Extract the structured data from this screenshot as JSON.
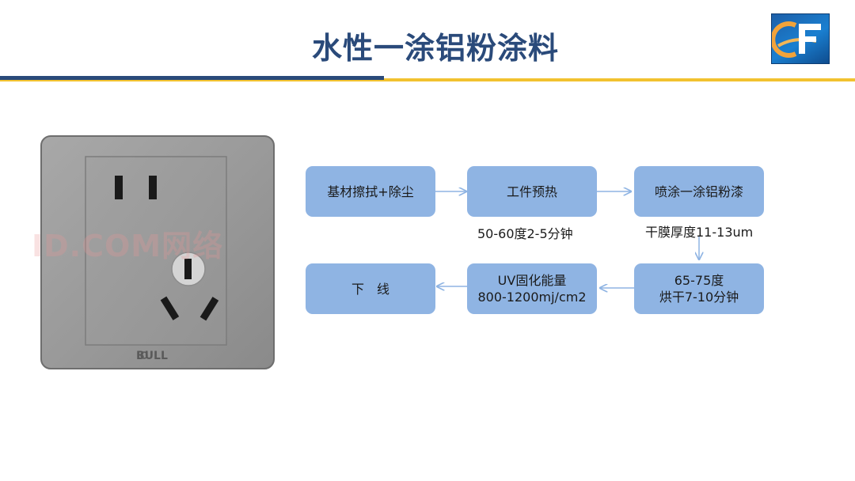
{
  "slide": {
    "title": "水性一涂铝粉涂料",
    "watermark": "ID.COM网络"
  },
  "logo": {
    "primary_color": "#1a7fd0",
    "accent_color": "#f2a33a"
  },
  "socket": {
    "brand": "BULL"
  },
  "flow": {
    "step1": {
      "label": "基材擦拭+除尘"
    },
    "step2": {
      "label": "工件预热",
      "note": "50-60度2-5分钟"
    },
    "step3": {
      "label": "喷涂一涂铝粉漆",
      "note": "干膜厚度11-13um"
    },
    "step4": {
      "line1": "65-75度",
      "line2": "烘干7-10分钟"
    },
    "step5": {
      "line1": "UV固化能量",
      "line2": "800-1200mj/cm2"
    },
    "step6": {
      "label": "下　线"
    }
  },
  "colors": {
    "box_fill": "#8fb4e3",
    "arrow": "#8fb4e3",
    "title": "#2a4a7a",
    "rule_gold": "#f2c230",
    "rule_navy": "#2a4a7a"
  }
}
